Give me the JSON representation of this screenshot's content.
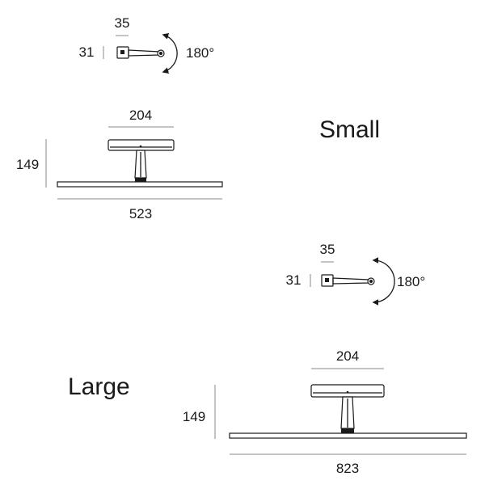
{
  "small": {
    "label": "Small",
    "top_view": {
      "depth": "35",
      "height": "31",
      "rotation": "180°"
    },
    "front_view": {
      "head_width": "204",
      "overall_height": "149",
      "bar_length": "523"
    }
  },
  "large": {
    "label": "Large",
    "top_view": {
      "depth": "35",
      "height": "31",
      "rotation": "180°"
    },
    "front_view": {
      "head_width": "204",
      "overall_height": "149",
      "bar_length": "823"
    }
  }
}
